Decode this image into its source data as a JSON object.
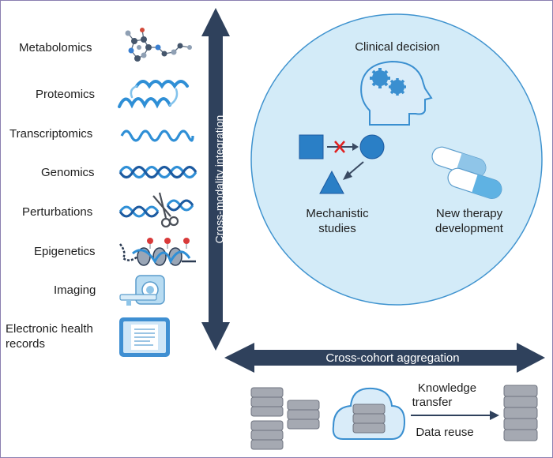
{
  "modalities": [
    {
      "label": "Metabolomics",
      "icon": "molecule-icon"
    },
    {
      "label": "Proteomics",
      "icon": "protein-helix-icon"
    },
    {
      "label": "Transcriptomics",
      "icon": "rna-strand-icon"
    },
    {
      "label": "Genomics",
      "icon": "dna-double-helix-icon"
    },
    {
      "label": "Perturbations",
      "icon": "dna-scissors-icon"
    },
    {
      "label": "Epigenetics",
      "icon": "chromatin-icon"
    },
    {
      "label": "Imaging",
      "icon": "mri-scanner-icon"
    },
    {
      "label": "Electronic health records",
      "line1": "Electronic health",
      "line2": "records",
      "icon": "health-record-tablet-icon"
    }
  ],
  "axes": {
    "vertical_label": "Cross-modality integration",
    "horizontal_label": "Cross-cohort aggregation"
  },
  "circle": {
    "clinical_decision": "Clinical decision",
    "mechanistic_line1": "Mechanistic",
    "mechanistic_line2": "studies",
    "therapy_line1": "New therapy",
    "therapy_line2": "development"
  },
  "bottom": {
    "knowledge_line1": "Knowledge",
    "knowledge_line2": "transfer",
    "data_reuse": "Data reuse"
  },
  "colors": {
    "navy": "#2f415c",
    "circle_fill": "#d3ebf8",
    "circle_stroke": "#3f93cf",
    "blue": "#2a7fc6",
    "light_blue": "#5fb2e3",
    "inhibit_x": "#e02020",
    "database_gray": "#a5a9b2"
  }
}
